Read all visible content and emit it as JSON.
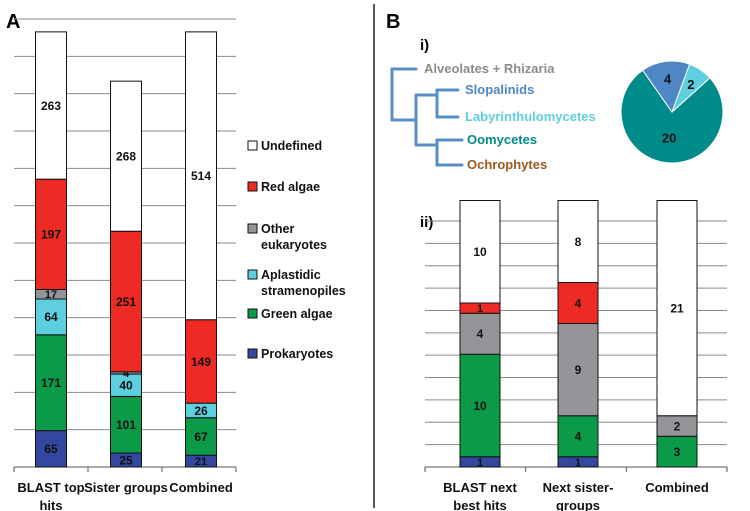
{
  "panels": {
    "a_label": "A",
    "b_label": "B",
    "b_i_label": "i)",
    "b_ii_label": "ii)"
  },
  "legend": [
    {
      "label": "Undefined",
      "color": "#ffffff"
    },
    {
      "label": "Red algae",
      "color": "#ee2a24"
    },
    {
      "label": "Other\neukaryotes",
      "color": "#939598"
    },
    {
      "label": "Aplastidic\nstramenopiles",
      "color": "#5ecfdf"
    },
    {
      "label": "Green algae",
      "color": "#0b9a48"
    },
    {
      "label": "Prokaryotes",
      "color": "#33479e"
    }
  ],
  "tree": {
    "taxa": [
      {
        "label": "Alveolates + Rhizaria",
        "color": "#8c8c8c"
      },
      {
        "label": "Slopalinids",
        "color": "#4f86c6"
      },
      {
        "label": "Labyrinthulomycetes",
        "color": "#5ecfdf"
      },
      {
        "label": "Oomycetes",
        "color": "#008b8b"
      },
      {
        "label": "Ochrophytes",
        "color": "#9a5a1e"
      }
    ]
  },
  "chart_data": [
    {
      "panel": "A",
      "type": "bar",
      "stacked": true,
      "categories": [
        "BLAST top\nhits",
        "Sister groups",
        "Combined"
      ],
      "ylim": [
        0,
        800
      ],
      "series": [
        {
          "name": "Prokaryotes",
          "color": "#33479e",
          "values": [
            65,
            25,
            21
          ]
        },
        {
          "name": "Green algae",
          "color": "#0b9a48",
          "values": [
            171,
            101,
            67
          ]
        },
        {
          "name": "Aplastidic stramenopiles",
          "color": "#5ecfdf",
          "values": [
            64,
            40,
            26
          ]
        },
        {
          "name": "Other eukaryotes",
          "color": "#939598",
          "values": [
            17,
            4,
            0
          ]
        },
        {
          "name": "Red algae",
          "color": "#ee2a24",
          "values": [
            197,
            251,
            149
          ]
        },
        {
          "name": "Undefined",
          "color": "#ffffff",
          "values": [
            263,
            268,
            514
          ]
        }
      ]
    },
    {
      "panel": "B i",
      "type": "pie",
      "slices": [
        {
          "name": "Oomycetes",
          "value": 20,
          "color": "#008b8b"
        },
        {
          "name": "Slopalinids",
          "value": 4,
          "color": "#4f86c6"
        },
        {
          "name": "Labyrinthulomycetes",
          "value": 2,
          "color": "#5ecfdf"
        }
      ]
    },
    {
      "panel": "B ii",
      "type": "bar",
      "stacked": true,
      "categories": [
        "BLAST next\nbest hits",
        "Next sister-\ngroups",
        "Combined"
      ],
      "ylim": [
        0,
        24
      ],
      "series": [
        {
          "name": "Prokaryotes",
          "color": "#33479e",
          "values": [
            1,
            1,
            0
          ]
        },
        {
          "name": "Green algae",
          "color": "#0b9a48",
          "values": [
            10,
            4,
            3
          ]
        },
        {
          "name": "Other eukaryotes",
          "color": "#939598",
          "values": [
            4,
            9,
            2
          ]
        },
        {
          "name": "Red algae",
          "color": "#ee2a24",
          "values": [
            1,
            4,
            0
          ]
        },
        {
          "name": "Undefined",
          "color": "#ffffff",
          "values": [
            10,
            8,
            21
          ]
        }
      ]
    }
  ]
}
